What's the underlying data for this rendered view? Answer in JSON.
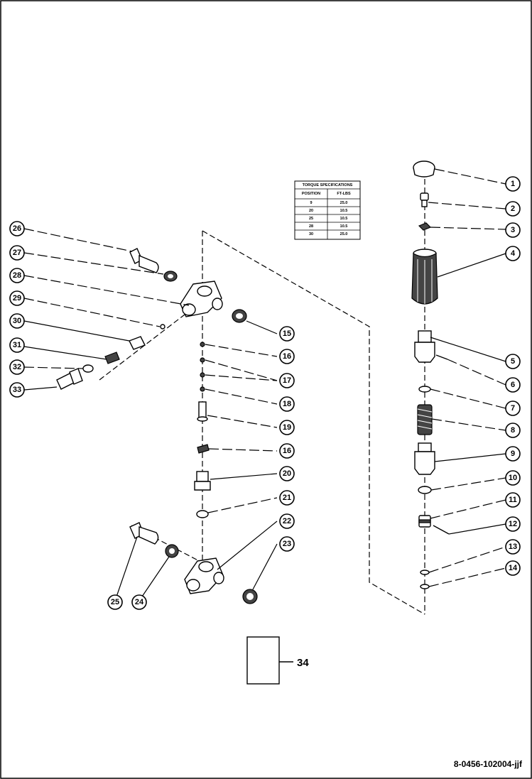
{
  "torque_table": {
    "title": "TORQUE SPECIFICATIONS",
    "headers": [
      "POSITION",
      "FT-LBS"
    ],
    "rows": [
      [
        "9",
        "25.0"
      ],
      [
        "20",
        "10.5"
      ],
      [
        "25",
        "10.5"
      ],
      [
        "28",
        "10.5"
      ],
      [
        "30",
        "25.0"
      ]
    ]
  },
  "callouts": {
    "c1": "1",
    "c2": "2",
    "c3": "3",
    "c4": "4",
    "c5": "5",
    "c6": "6",
    "c7": "7",
    "c8": "8",
    "c9": "9",
    "c10": "10",
    "c11": "11",
    "c12": "12",
    "c13": "13",
    "c14": "14",
    "c15": "15",
    "c16": "16",
    "c17": "17",
    "c18": "18",
    "c19": "19",
    "c16b": "16",
    "c20": "20",
    "c21": "21",
    "c22": "22",
    "c23": "23",
    "c24": "24",
    "c25": "25",
    "c26": "26",
    "c27": "27",
    "c28": "28",
    "c29": "29",
    "c30": "30",
    "c31": "31",
    "c32": "32",
    "c33": "33"
  },
  "item34_label": "34",
  "drawing_id": "8-0456-102004-jjf"
}
